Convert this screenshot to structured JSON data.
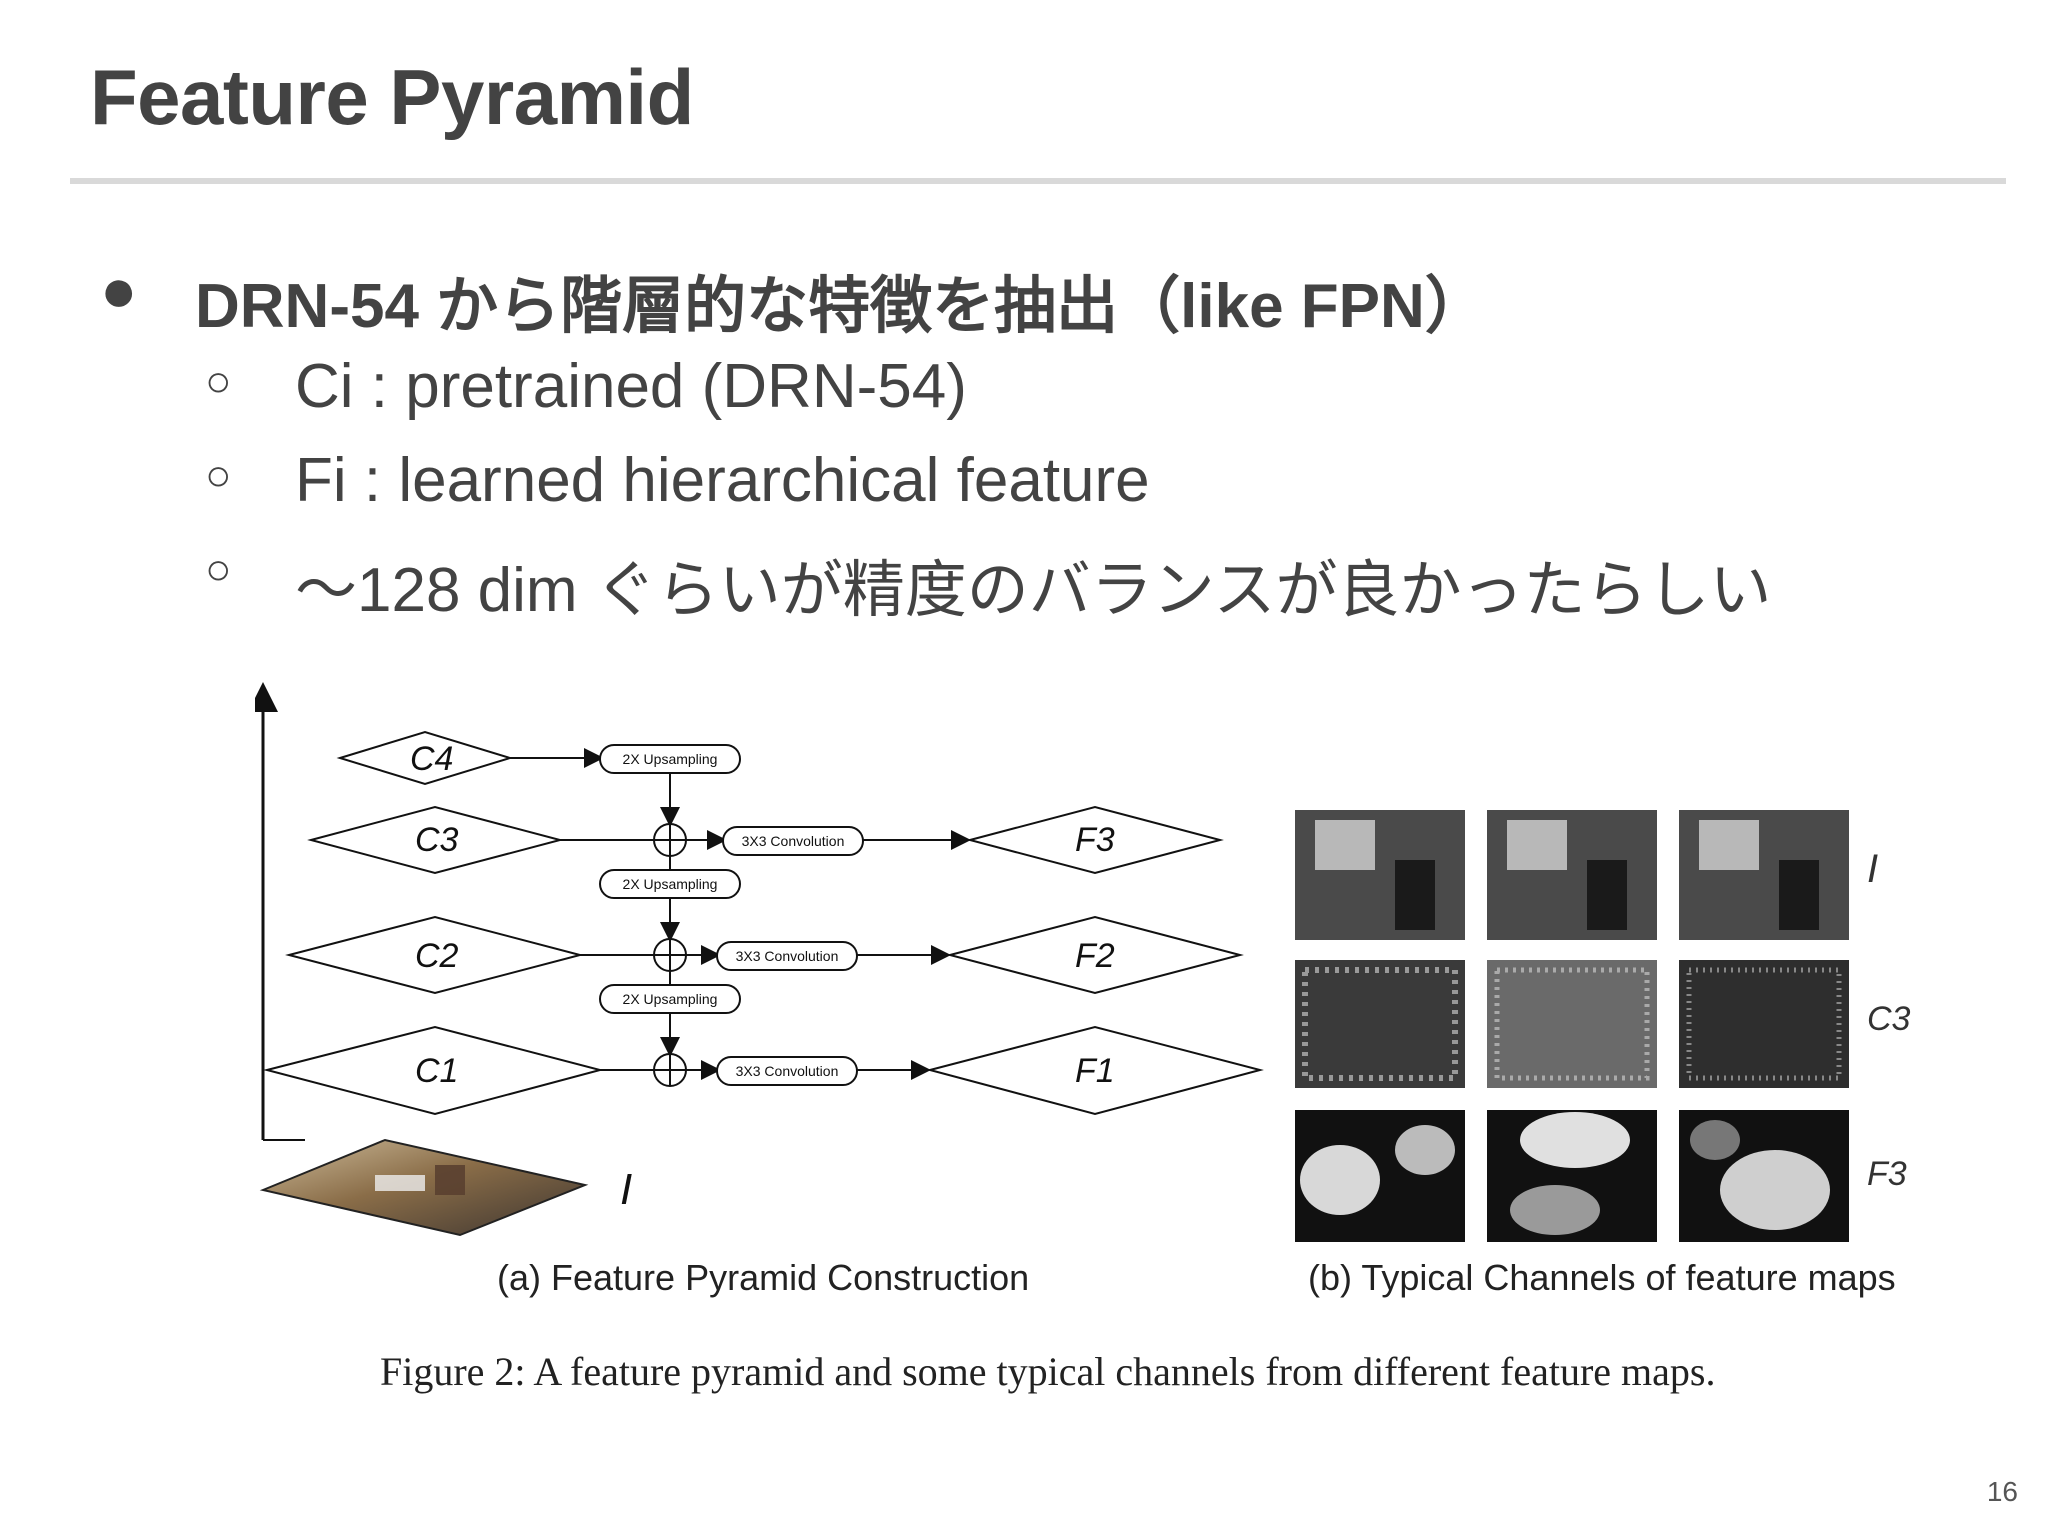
{
  "slide": {
    "title": "Feature Pyramid",
    "page_number": "16"
  },
  "bullets": {
    "main": "DRN-54 から階層的な特徴を抽出（like FPN）",
    "sub": [
      "Ci : pretrained (DRN-54)",
      "Fi : learned hierarchical feature",
      "〜128 dim ぐらいが精度のバランスが良かったらしい"
    ]
  },
  "figure": {
    "pyramid": {
      "c_labels": [
        "C4",
        "C3",
        "C2",
        "C1"
      ],
      "f_labels": [
        "F3",
        "F2",
        "F1"
      ],
      "image_label": "I",
      "upsample_label": "2X Upsampling",
      "conv_label": "3X3 Convolution"
    },
    "channels": {
      "row_labels": [
        "I",
        "C3",
        "F3"
      ]
    },
    "subcaption_a": "(a)  Feature Pyramid Construction",
    "subcaption_b": "(b)  Typical Channels of feature maps",
    "caption": "Figure 2:  A feature pyramid and some typical channels from different feature maps."
  },
  "colors": {
    "text": "#434343",
    "rule": "#d9d9d9"
  }
}
